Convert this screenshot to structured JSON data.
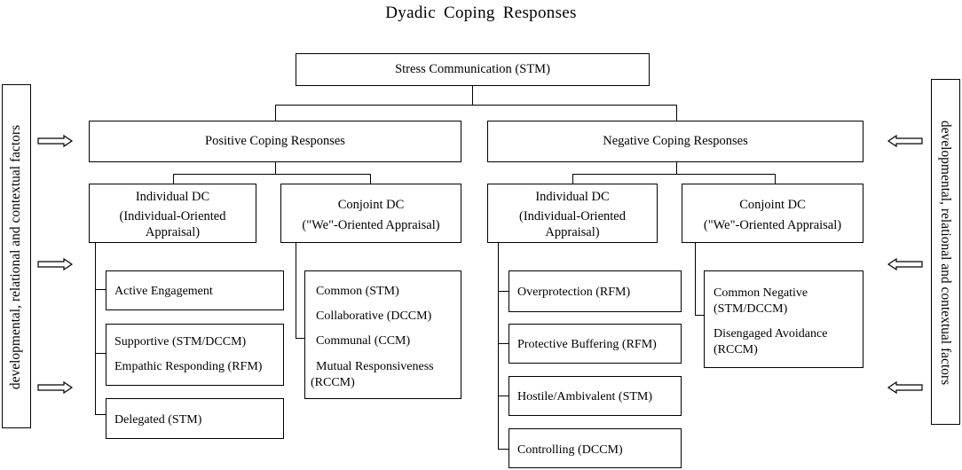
{
  "title": "Dyadic Coping Responses",
  "root": "Stress Communication (STM)",
  "side_labels": {
    "left": "developmental, relational and contextual factors",
    "right": "developmental, relational and contextual factors"
  },
  "positive": {
    "header": "Positive Coping Responses",
    "individual": {
      "line1": "Individual DC",
      "line2": "(Individual-Oriented",
      "line3": "Appraisal)",
      "items": {
        "active": "Active Engagement",
        "supportive": "Supportive (STM/DCCM)",
        "empathic": "Empathic Responding (RFM)",
        "delegated": "Delegated (STM)"
      }
    },
    "conjoint": {
      "line1": "Conjoint DC",
      "line2": "(\"We\"-Oriented Appraisal)",
      "items": {
        "common": "Common (STM)",
        "collaborative": "Collaborative (DCCM)",
        "communal": "Communal (CCM)",
        "mutual_1": "Mutual Responsiveness",
        "mutual_2": "(RCCM)"
      }
    }
  },
  "negative": {
    "header": "Negative Coping Responses",
    "individual": {
      "line1": "Individual DC",
      "line2": "(Individual-Oriented",
      "line3": "Appraisal)",
      "items": {
        "overprotection": "Overprotection (RFM)",
        "buffering": "Protective Buffering (RFM)",
        "hostile": "Hostile/Ambivalent (STM)",
        "controlling": "Controlling (DCCM)"
      }
    },
    "conjoint": {
      "line1": "Conjoint DC",
      "line2": "(\"We\"-Oriented Appraisal)",
      "items": {
        "common_neg_1": "Common Negative",
        "common_neg_2": "(STM/DCCM)",
        "disengaged_1": "Disengaged Avoidance",
        "disengaged_2": "(RCCM)"
      }
    }
  }
}
